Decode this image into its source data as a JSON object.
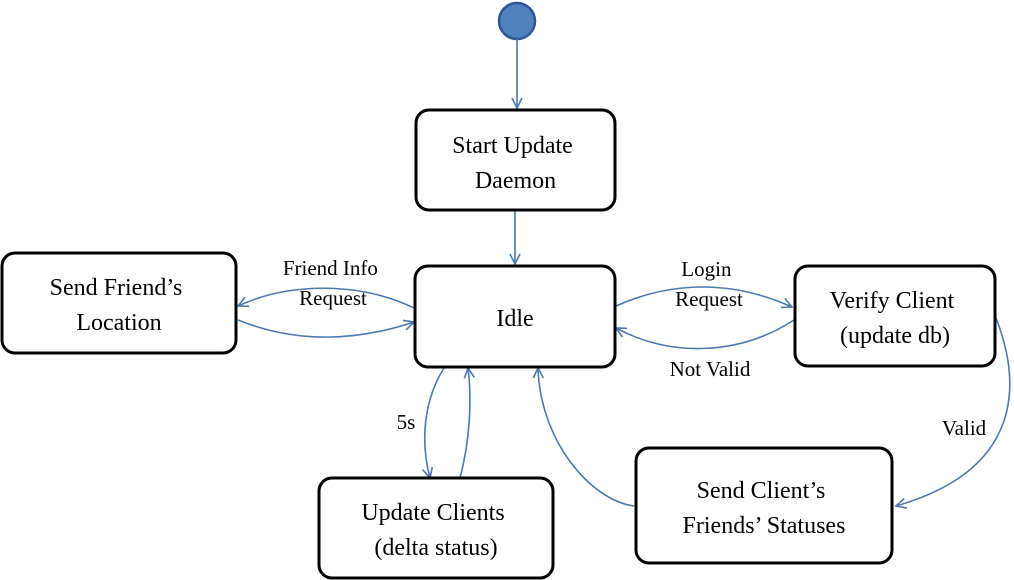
{
  "colors": {
    "edge": "#4a78b0",
    "start_fill": "#4f81bd",
    "start_stroke": "#2f5597",
    "box_stroke": "#000000"
  },
  "states": {
    "start_update_daemon": [
      "Start Update",
      "Daemon"
    ],
    "idle": [
      "Idle"
    ],
    "send_friends_location": [
      "Send Friend’s",
      "Location"
    ],
    "verify_client": [
      "Verify Client",
      "(update db)"
    ],
    "update_clients": [
      "Update Clients",
      "(delta status)"
    ],
    "send_client_friends_statuses": [
      "Send Client’s",
      "Friends’ Statuses"
    ]
  },
  "edge_labels": {
    "friend_info_request": [
      "Friend Info",
      "Request"
    ],
    "login_request": [
      "Login",
      "Request"
    ],
    "not_valid": [
      "Not Valid"
    ],
    "valid": [
      "Valid"
    ],
    "timer_5s": [
      "5s"
    ]
  }
}
